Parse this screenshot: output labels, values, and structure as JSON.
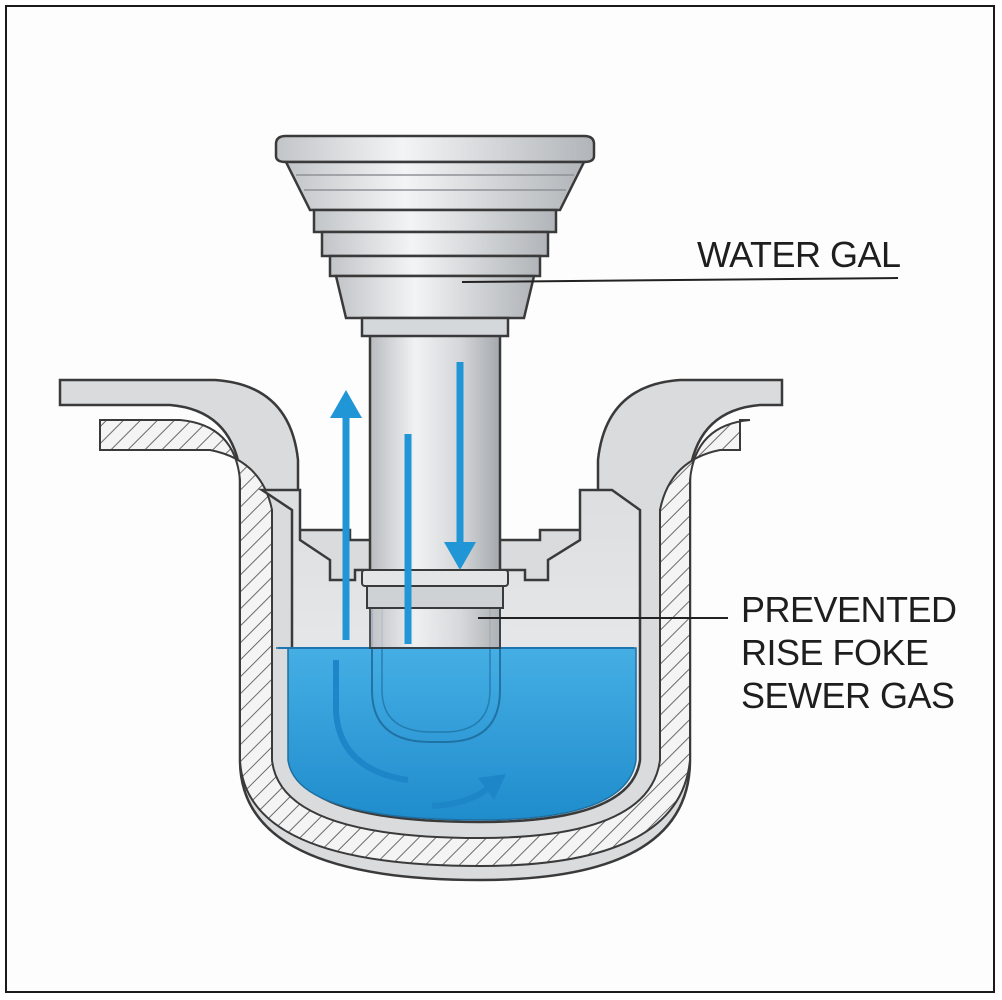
{
  "labels": {
    "top": "WATER GAL",
    "bottom_lines": [
      "PREVENTED",
      "RISE FOKE",
      "SEWER GAS"
    ]
  },
  "colors": {
    "water": "#3aa4dc",
    "water_dark": "#1f86c6",
    "flow_arrow": "#2196d6",
    "metal": "#d7d9db",
    "metal_dark": "#a9adb1",
    "outline": "#3a3a3a"
  }
}
